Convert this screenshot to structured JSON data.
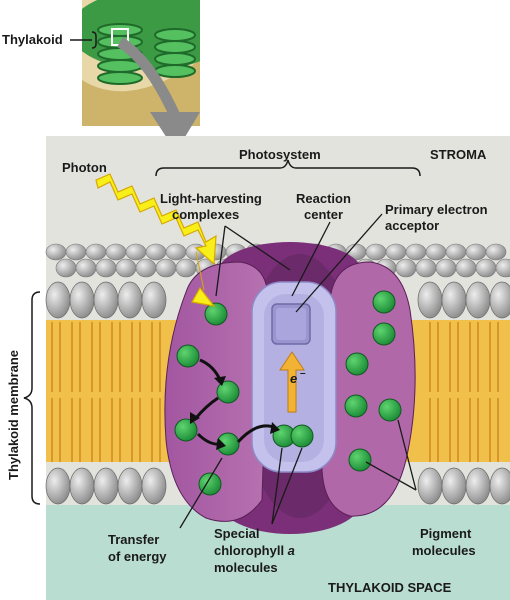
{
  "labels": {
    "thylakoid": "Thylakoid",
    "photon": "Photon",
    "photosystem": "Photosystem",
    "stroma": "STROMA",
    "light_harvesting_1": "Light-harvesting",
    "light_harvesting_2": "complexes",
    "reaction_center_1": "Reaction",
    "reaction_center_2": "center",
    "primary_acceptor_1": "Primary electron",
    "primary_acceptor_2": "acceptor",
    "electron": "e",
    "electron_sup": "–",
    "thylakoid_membrane": "Thylakoid membrane",
    "transfer_1": "Transfer",
    "transfer_2": "of energy",
    "special_1": "Special",
    "special_2a": "chlorophyll ",
    "special_2b": "a",
    "special_3": "molecules",
    "pigment_1": "Pigment",
    "pigment_2": "molecules",
    "thylakoid_space": "THYLAKOID SPACE"
  },
  "colors": {
    "stroma_bg": "#e3e3dd",
    "lumen_bg": "#b9ddd0",
    "lipid_head": "#a9a9a9",
    "lipid_tail": "#f0c04a",
    "protein_purple": "#8e3f8a",
    "protein_light": "#b068a8",
    "reaction_center": "#b9b6e6",
    "chlorophyll": "#2fb04a",
    "photon": "#f7ee1a",
    "electron_arrow": "#f2b233"
  }
}
